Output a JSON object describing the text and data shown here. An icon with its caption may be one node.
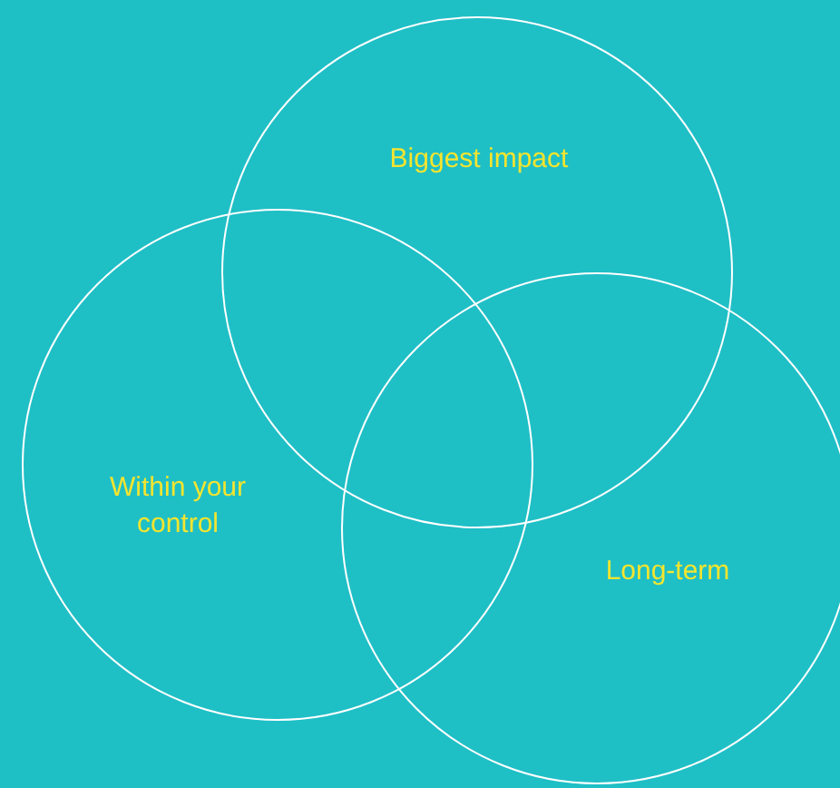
{
  "diagram": {
    "nodes": [
      {
        "text": [
          "Biggest impact"
        ]
      },
      {
        "text": [
          "Within your control"
        ]
      },
      {
        "text": [
          "Long-term"
        ]
      }
    ]
  }
}
